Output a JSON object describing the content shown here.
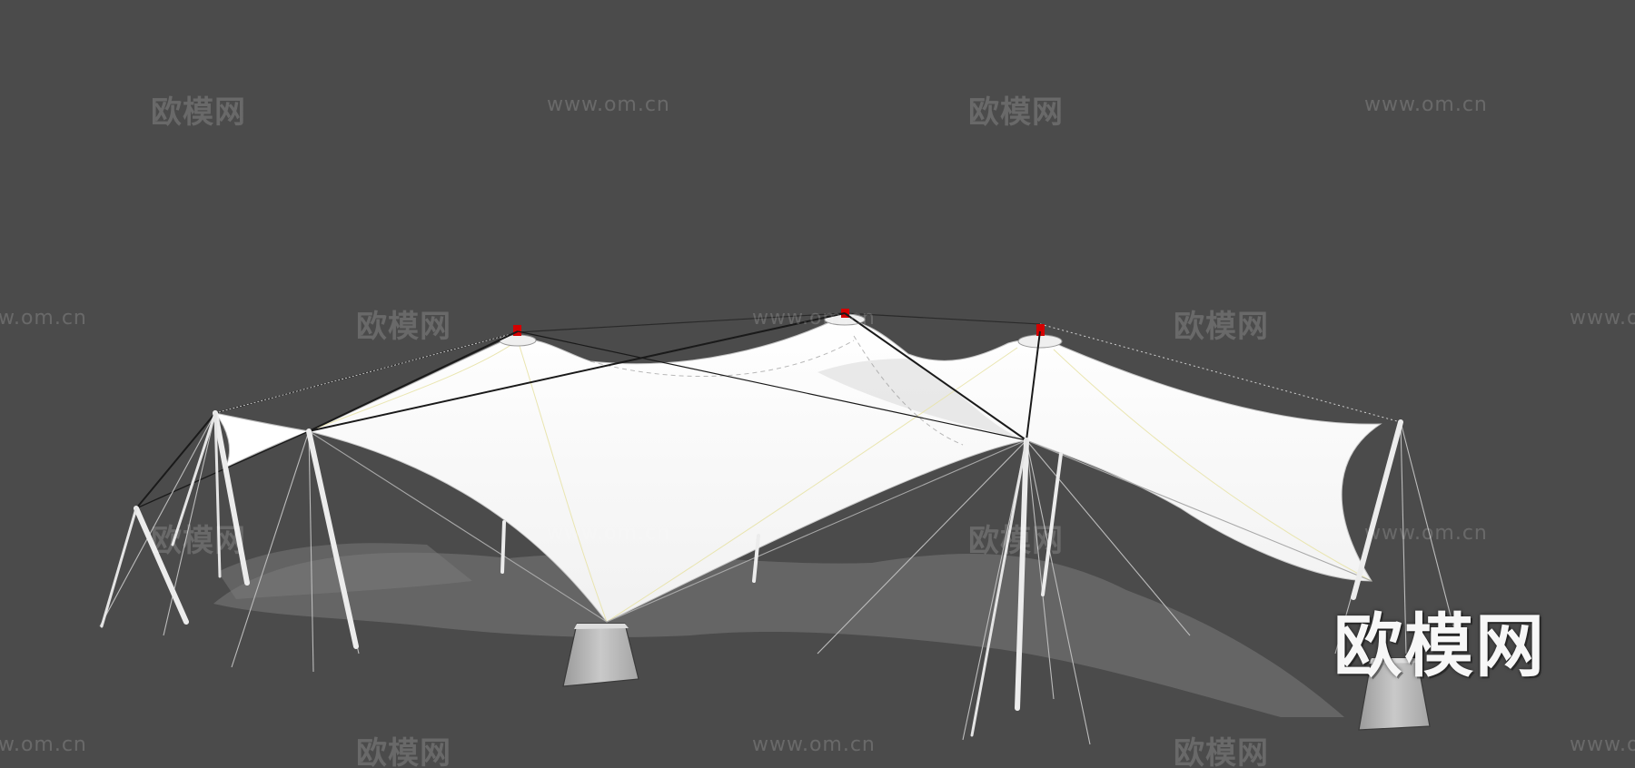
{
  "image": {
    "background_color": "#4b4b4b",
    "membrane_color": "#ffffff",
    "shadow_color": "#7a7a7a",
    "mast_cap_color": "#d40000",
    "footing_color": "#b9b9b9"
  },
  "watermarks": {
    "brand": "欧模网",
    "url": "www.om.cn",
    "big_brand": "欧模网"
  }
}
